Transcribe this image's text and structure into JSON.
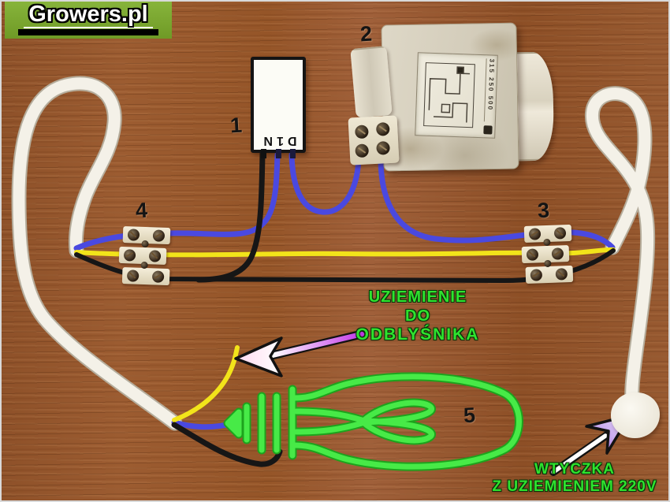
{
  "logo": {
    "text": "Growers.pl"
  },
  "component_numbers": {
    "ignitor": "1",
    "ballast": "2",
    "terminal_right": "3",
    "terminal_left": "4",
    "bulb": "5"
  },
  "ignitor": {
    "marking": "D1N"
  },
  "ballast": {
    "label_code": "315 250 500"
  },
  "notes": {
    "reflector_ground": {
      "lines": [
        "UZIEMIENIE",
        "DO",
        "ODBLYŚNIKA"
      ]
    },
    "mains_plug": {
      "lines": [
        "WTYCZKA",
        "Z UZIEMIENIEM 220V"
      ]
    }
  },
  "colors": {
    "wire_blue": "#4a49e0",
    "wire_yellow": "#f2e41a",
    "wire_black": "#161616",
    "cable_white": "#f4f1e8",
    "bulb_green": "#47ea47",
    "text_green": "#2ee32e",
    "arrow_purple": "#b43ce0",
    "wood_brown": "#99582e",
    "logo_green": "#7aa632"
  }
}
